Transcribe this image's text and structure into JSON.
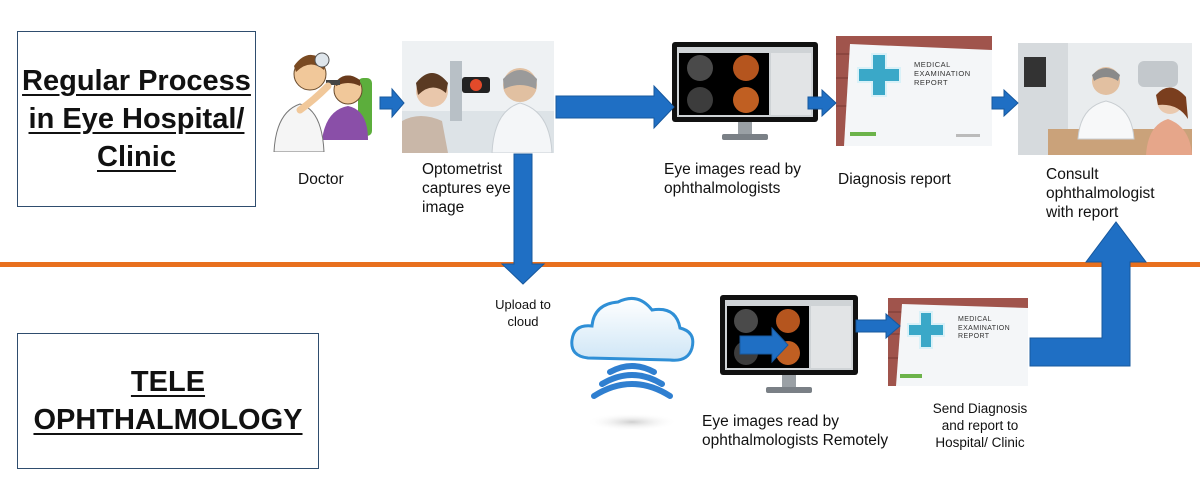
{
  "sections": {
    "regular_title": [
      "Regular Process",
      "in Eye Hospital/",
      "Clinic"
    ],
    "tele_title": [
      "TELE",
      "OPHTHALMOLOGY"
    ]
  },
  "labels": {
    "doctor": "Doctor",
    "optometrist": [
      "Optometrist",
      "captures eye",
      "image"
    ],
    "eye_images_read": [
      "Eye images read by",
      "ophthalmologists"
    ],
    "diagnosis_report": "Diagnosis report",
    "consult": [
      "Consult",
      "ophthalmologist",
      "with report"
    ],
    "upload": [
      "Upload to",
      "cloud"
    ],
    "eye_images_remote": [
      "Eye images read by",
      "ophthalmologists Remotely"
    ],
    "send_diagnosis": [
      "Send Diagnosis",
      "and report to",
      "Hospital/ Clinic"
    ]
  },
  "report_card": {
    "line1": "MEDICAL",
    "line2": "EXAMINATION",
    "line3": "REPORT"
  },
  "colors": {
    "arrow": "#1f6fc4",
    "divider": "#e8701e",
    "box_border": "#2f4d6e",
    "wood": "#a0544c"
  }
}
